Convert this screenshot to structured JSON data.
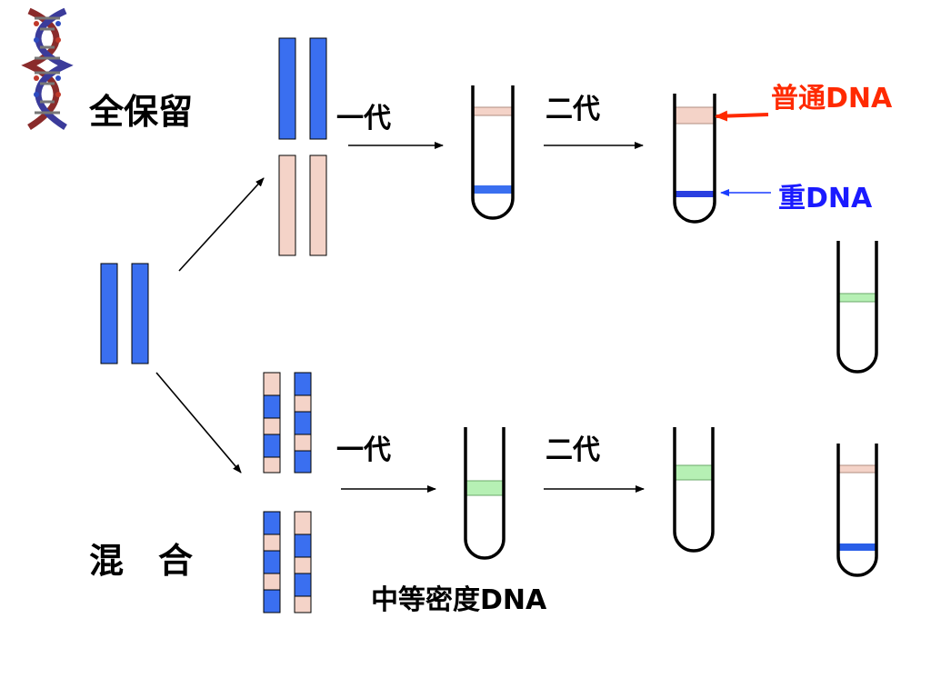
{
  "labels": {
    "conservative": "全保留",
    "dispersive": "混　合",
    "gen1_top": "一代",
    "gen2_top": "二代",
    "gen1_bottom": "一代",
    "gen2_bottom": "二代",
    "normal_dna": "普通DNA",
    "heavy_dna": "重DNA",
    "medium_dna": "中等密度DNA"
  },
  "colors": {
    "heavy": "#3a6ff0",
    "light": "#f4d3c8",
    "medium": "#b6f0b4",
    "normal_label": "#ff2a00",
    "heavy_label": "#0000ff",
    "outline": "#000000"
  },
  "icons": {
    "dna_helix": "dna-helix-icon"
  }
}
